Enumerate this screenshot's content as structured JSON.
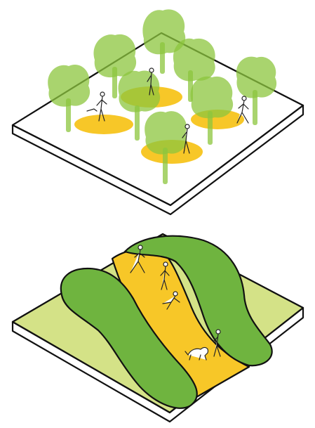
{
  "figure": {
    "panels": [
      {
        "id": "scattered-trees",
        "description_icon": "tree-grove-icon"
      },
      {
        "id": "landscape-mounds",
        "description_icon": "mound-icon"
      }
    ]
  },
  "colors": {
    "tree_canopy": "#8cc63e",
    "tree_canopy_opacity": 0.75,
    "trunk": "#8cc63e",
    "sand_patch": "#f7c728",
    "slab_top": "#ffffff",
    "lawn": "#d4e287",
    "mound": "#6fb43f",
    "path": "#f7c728",
    "outline": "#111111"
  }
}
